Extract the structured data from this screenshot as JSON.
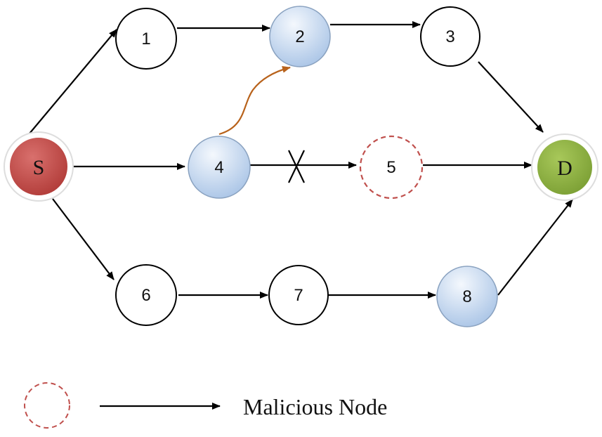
{
  "nodes": {
    "S": {
      "label": "S",
      "role": "source"
    },
    "n1": {
      "label": "1"
    },
    "n2": {
      "label": "2"
    },
    "n3": {
      "label": "3"
    },
    "n4": {
      "label": "4"
    },
    "n5": {
      "label": "5",
      "role": "malicious"
    },
    "n6": {
      "label": "6"
    },
    "n7": {
      "label": "7"
    },
    "n8": {
      "label": "8"
    },
    "D": {
      "label": "D",
      "role": "destination"
    }
  },
  "legend": {
    "label": "Malicious Node"
  },
  "colors": {
    "source": "#c0504d",
    "destination": "#8cb040",
    "highlight": "#c6d9f1",
    "malicious_border": "#c0504d",
    "edge": "#000000",
    "diverted_edge": "#b8621b"
  }
}
